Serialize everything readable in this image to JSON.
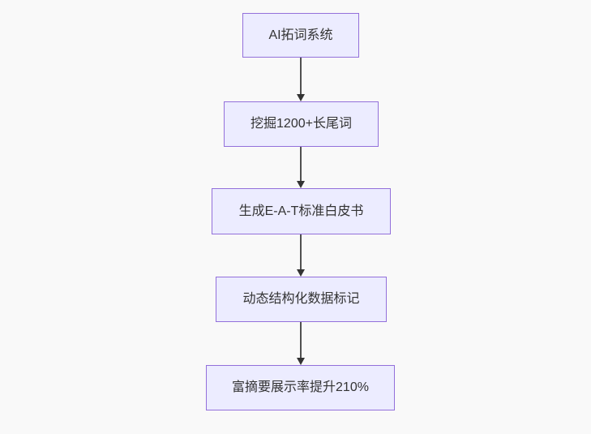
{
  "diagram": {
    "type": "flowchart",
    "direction": "top-down",
    "nodes": [
      {
        "id": "A",
        "label": "AI拓词系统"
      },
      {
        "id": "B",
        "label": "挖掘1200+长尾词"
      },
      {
        "id": "C",
        "label": "生成E-A-T标准白皮书"
      },
      {
        "id": "D",
        "label": "动态结构化数据标记"
      },
      {
        "id": "E",
        "label": "富摘要展示率提升210%"
      }
    ],
    "edges": [
      {
        "from": "A",
        "to": "B"
      },
      {
        "from": "B",
        "to": "C"
      },
      {
        "from": "C",
        "to": "D"
      },
      {
        "from": "D",
        "to": "E"
      }
    ]
  },
  "colors": {
    "background": "#f9f9f9",
    "node_fill": "#ececff",
    "node_border": "#9370db",
    "node_text": "#333333",
    "arrow": "#333333"
  }
}
